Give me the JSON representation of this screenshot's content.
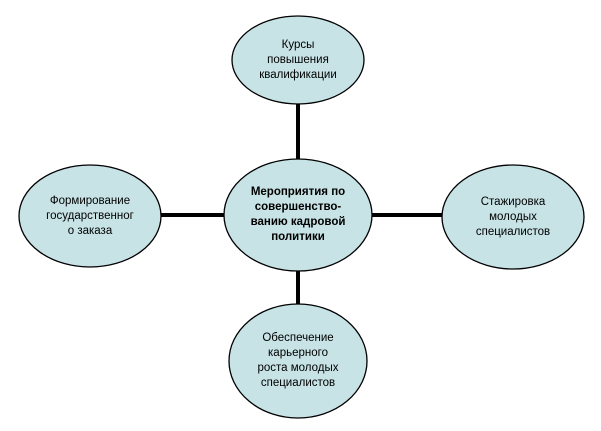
{
  "diagram": {
    "center": "Мероприятия по\nсовершенство-\nванию кадровой\nполитики",
    "top": "Курсы\nповышения\nквалификации",
    "left": "Формирование\nгосударственног\nо заказа",
    "right": "Стажировка\nмолодых\nспециалистов",
    "bottom": "Обеспечение\nкарьерного\nроста молодых\nспециалистов"
  }
}
